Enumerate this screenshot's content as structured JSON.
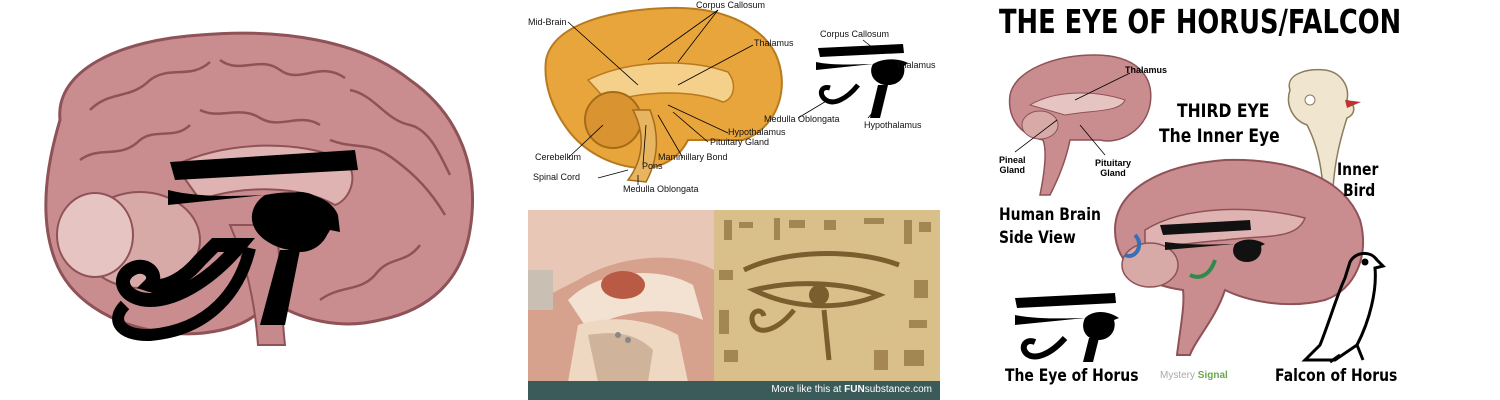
{
  "middle": {
    "labels": {
      "corpus_callosum_top": "Corpus Callosum",
      "mid_brain": "Mid-Brain",
      "thalamus": "Thalamus",
      "hypothalamus": "Hypothalamus",
      "pituitary_gland": "Pituitary Gland",
      "mammillary_bond": "Mammillary Bond",
      "pons": "Pons",
      "cerebellum": "Cerebellum",
      "spinal_cord": "Spinal Cord",
      "medulla_oblongata": "Medulla Oblongata",
      "eye_corpus_callosum": "Corpus Callosum",
      "eye_thalamus": "Thalamus",
      "eye_medulla_oblongata": "Medulla Oblongata",
      "eye_hypothalamus": "Hypothalamus"
    },
    "footer": {
      "prefix": "More like this at ",
      "brand_bold": "FUN",
      "brand_rest": "substance",
      "suffix": ".com"
    }
  },
  "right": {
    "title": "THE EYE OF HORUS/FALCON",
    "thalamus": "Thalamus",
    "pineal_gland_1": "Pineal",
    "pineal_gland_2": "Gland",
    "pituitary_gland_1": "Pituitary",
    "pituitary_gland_2": "Gland",
    "third_eye": "THIRD EYE",
    "inner_eye": "The Inner Eye",
    "inner_bird_1": "Inner",
    "inner_bird_2": "Bird",
    "human_brain": "Human Brain",
    "side_view": "Side View",
    "eye_of_horus": "The Eye of Horus",
    "falcon_of_horus": "Falcon of Horus",
    "watermark_1": "Mystery",
    "watermark_2": "Signal"
  },
  "colors": {
    "brain_pink": "#c98d8f",
    "brain_dark": "#9c5e62",
    "brain_orange": "#e8a53c",
    "papyrus": "#d9c08a",
    "footer_bg": "#3b5a5a"
  }
}
